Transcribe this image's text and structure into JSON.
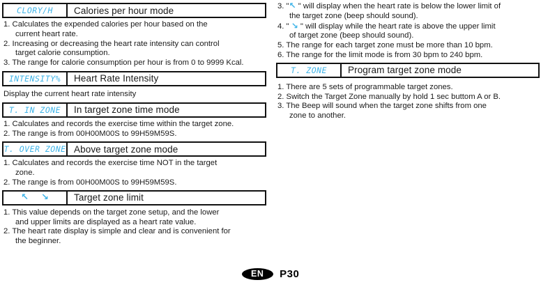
{
  "colors": {
    "lcd": "#3fb4e8",
    "text": "#1a1a1a",
    "border": "#111111"
  },
  "icons": {
    "arrow_up_left": "↖",
    "arrow_down_right": "↘"
  },
  "left": {
    "s1": {
      "lcd": "CLORY/H",
      "title": "Calories per hour mode",
      "items": [
        "1. Calculates the expended calories per hour based on the\ncurrent heart rate.",
        "2. Increasing or decreasing the heart rate intensity can control\ntarget calorie consumption.",
        "3. The range for calorie consumption per hour is from 0 to 9999 Kcal."
      ]
    },
    "s2": {
      "lcd": "INTENSITY%",
      "title": "Heart Rate Intensity",
      "para": "Display the current heart rate intensity"
    },
    "s3": {
      "lcd": "T. IN ZONE",
      "title": "In target zone time mode",
      "items": [
        "1. Calculates and records the exercise time within the target zone.",
        "2. The range is from 00H00M00S to 99H59M59S."
      ]
    },
    "s4": {
      "lcd": "T. OVER ZONE",
      "title": "Above target zone mode",
      "items": [
        "1. Calculates and records the exercise time NOT in the target\nzone.",
        "2. The range is from 00H00M00S to 99H59M59S."
      ]
    },
    "s5": {
      "title": "Target zone limit",
      "items": [
        "1. This value depends on the target zone setup, and the lower\nand upper limits are displayed as a heart rate value.",
        "2. The heart rate display is simple and clear and is convenient for\nthe beginner."
      ]
    }
  },
  "right": {
    "item3": {
      "pre": "3. \"",
      "post": " \" will display when the heart rate is below the lower limit of\nthe target zone (beep should sound)."
    },
    "item4": {
      "pre": "4. \" ",
      "post": " \" will display while the heart rate is above the upper limit\nof target zone (beep should sound)."
    },
    "item5": "5. The range for each target zone must be more than 10 bpm.",
    "item6": "6. The range for the limit mode is from 30 bpm to 240 bpm.",
    "s6": {
      "lcd": "T. ZONE",
      "title": "Program target zone mode",
      "items": [
        "1. There are 5 sets of programmable target zones.",
        "2. Switch the Target Zone manually by hold 1 sec buttom A or B.",
        "3. The Beep will sound when the target zone shifts from one\nzone to another."
      ]
    }
  },
  "footer": {
    "lang": "EN",
    "page": "P30"
  }
}
